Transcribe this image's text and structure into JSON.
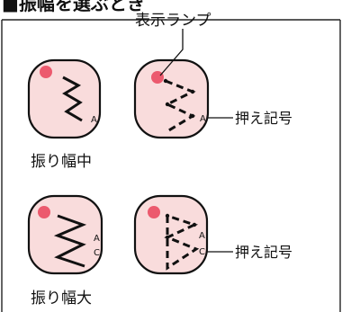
{
  "top_heading_fragment": "■振幅を選ぶとき",
  "labels": {
    "indicator_lamp": "表示ランプ",
    "presser_symbol": "押え記号",
    "presser_symbol_2": "押え記号",
    "width_medium": "振り幅中",
    "width_large": "振り幅大"
  },
  "buttons": {
    "medium_left_letters": [
      "A"
    ],
    "medium_right_letters": [
      "A"
    ],
    "large_left_letters": [
      "A",
      "C"
    ],
    "large_right_letters": [
      "A",
      "C"
    ]
  },
  "colors": {
    "button_fill": "#f9dcdc",
    "lamp": "#ec5a6e",
    "stroke": "#111111"
  }
}
